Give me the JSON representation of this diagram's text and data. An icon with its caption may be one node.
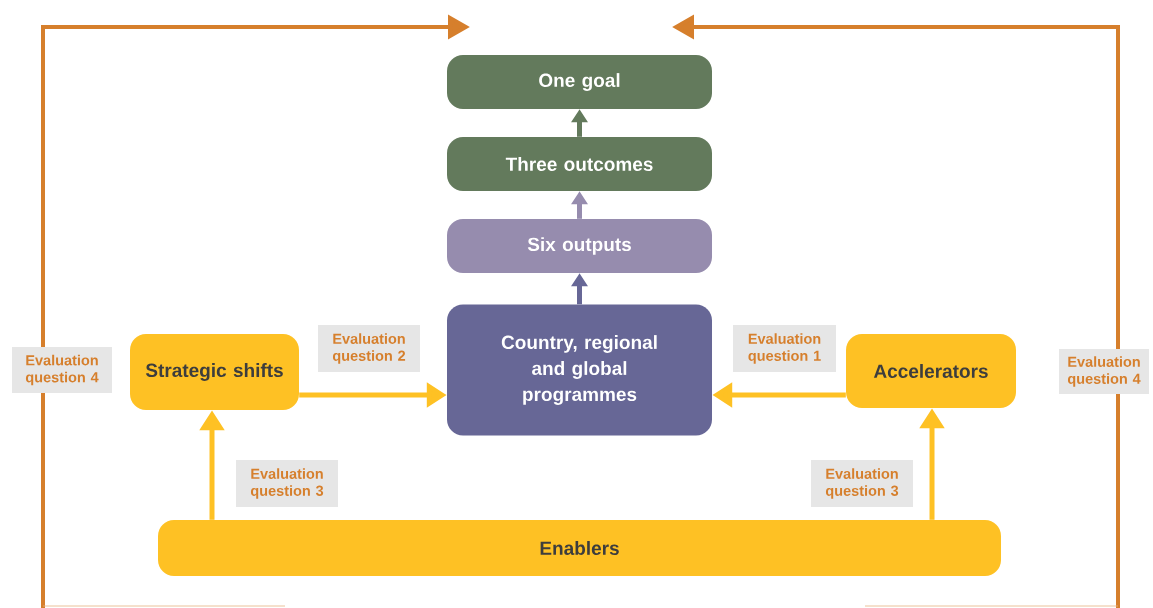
{
  "diagram": {
    "nodes": [
      {
        "text": [
          "One goal"
        ]
      },
      {
        "text": [
          "Three outcomes"
        ]
      },
      {
        "text": [
          "Six outputs"
        ]
      },
      {
        "text": [
          "Country, regional and global programmes"
        ]
      },
      {
        "text": [
          "Strategic shifts"
        ]
      },
      {
        "text": [
          "Accelerators"
        ]
      },
      {
        "text": [
          "Enablers"
        ]
      },
      {
        "text": [
          "Evaluation question 2"
        ]
      },
      {
        "text": [
          "Evaluation question 1"
        ]
      },
      {
        "text": [
          "Evaluation question 4"
        ]
      },
      {
        "text": [
          "Evaluation question 4"
        ]
      },
      {
        "text": [
          "Evaluation question 3"
        ]
      },
      {
        "text": [
          "Evaluation question 3"
        ]
      }
    ],
    "edges": [
      {
        "from": 1,
        "to": 0,
        "arrow": "to",
        "color": "#637a5c"
      },
      {
        "from": 2,
        "to": 1,
        "arrow": "to",
        "color": "#968cae"
      },
      {
        "from": 3,
        "to": 2,
        "arrow": "to",
        "color": "#676796"
      },
      {
        "from": 4,
        "to": 3,
        "arrow": "to"
      },
      {
        "from": 5,
        "to": 3,
        "arrow": "to"
      },
      {
        "from": 6,
        "to": 4,
        "arrow": "to"
      },
      {
        "from": 6,
        "to": 5,
        "arrow": "to"
      }
    ]
  }
}
